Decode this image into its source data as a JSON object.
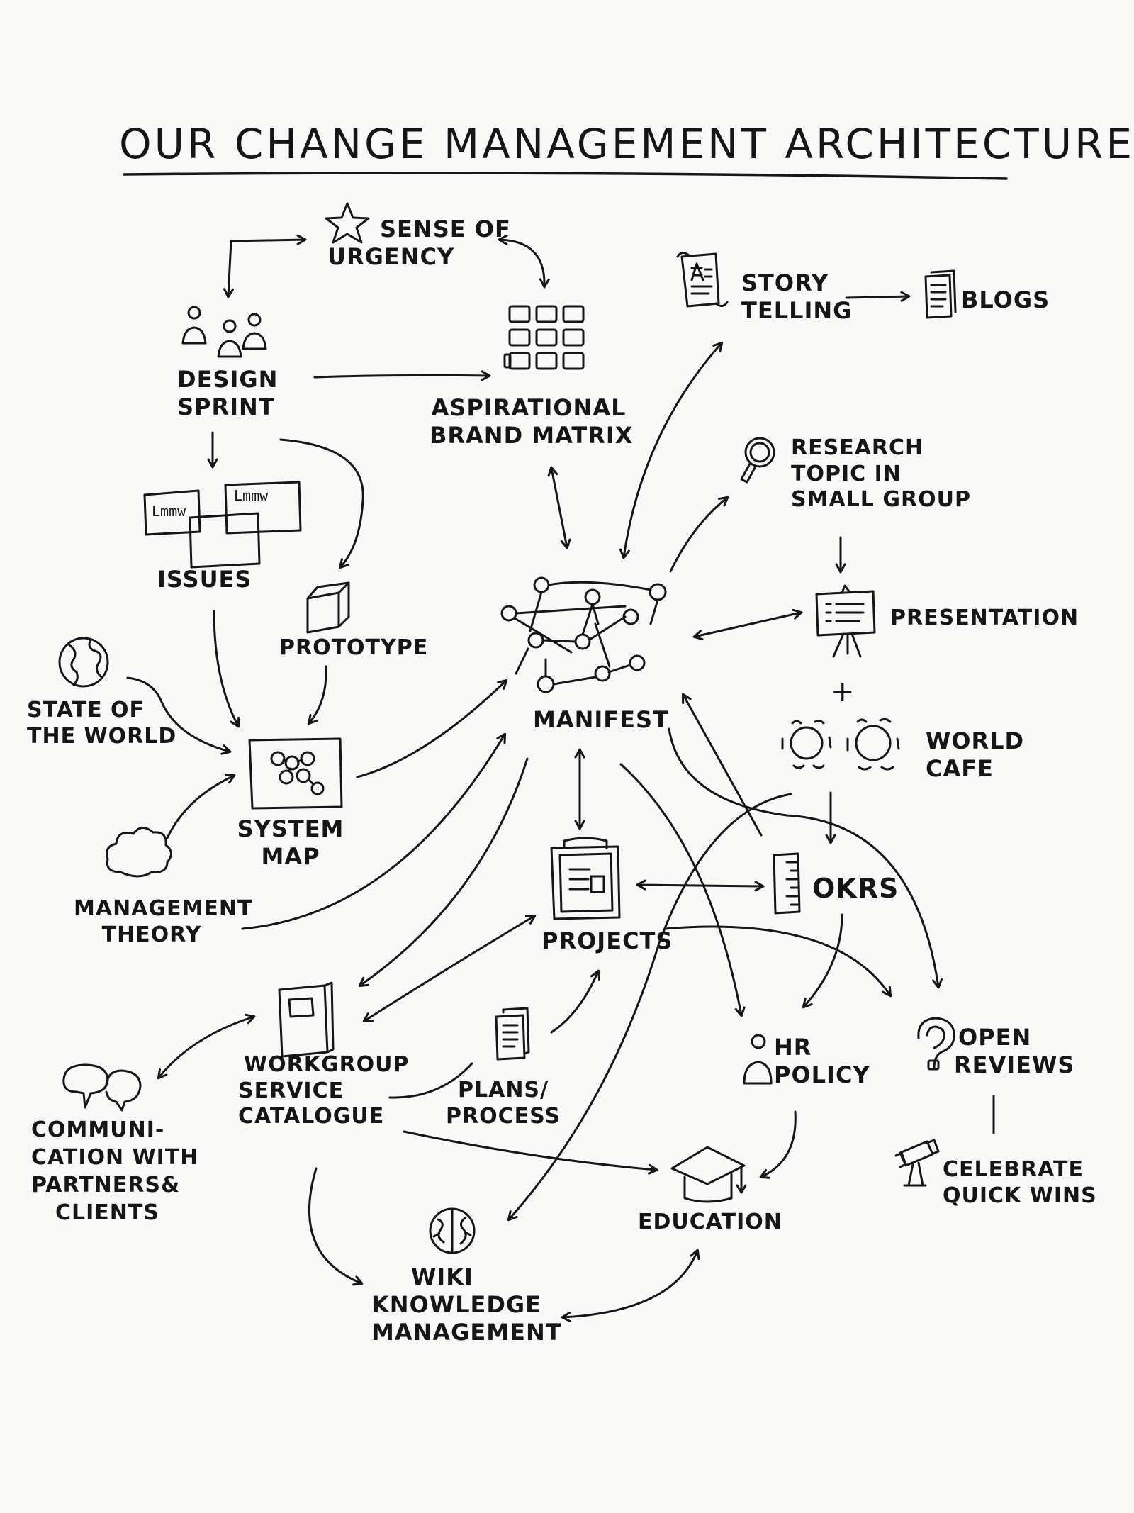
{
  "title": "OUR CHANGE MANAGEMENT ARCHITECTURE",
  "nodes": {
    "sense_of_urgency": [
      "SENSE OF",
      "URGENCY"
    ],
    "design_sprint": [
      "DESIGN",
      "SPRINT"
    ],
    "aspirational_brand_matrix": [
      "ASPIRATIONAL",
      "BRAND MATRIX"
    ],
    "story_telling": [
      "STORY",
      "TELLING"
    ],
    "blogs": "BLOGS",
    "research_topic": [
      "RESEARCH",
      "TOPIC IN",
      "SMALL GROUP"
    ],
    "issues": "ISSUES",
    "issue_note_text": "Lmmw",
    "prototype": "PROTOTYPE",
    "manifest": "MANIFEST",
    "presentation": "PRESENTATION",
    "plus": "+",
    "world_cafe": [
      "WORLD",
      "CAFE"
    ],
    "state_of_the_world": [
      "STATE OF",
      "THE WORLD"
    ],
    "system_map": [
      "SYSTEM",
      "MAP"
    ],
    "management_theory": [
      "MANAGEMENT",
      "THEORY"
    ],
    "projects": "PROJECTS",
    "okrs": "OKRS",
    "hr_policy": [
      "HR",
      "POLICY"
    ],
    "open_reviews": [
      "OPEN",
      "REVIEWS"
    ],
    "workgroup_service_catalogue": [
      "WORKGROUP",
      "SERVICE",
      "CATALOGUE"
    ],
    "plans_process": [
      "PLANS/",
      "PROCESS"
    ],
    "communication": [
      "COMMUNI-",
      "CATION WITH",
      "PARTNERS&",
      "CLIENTS"
    ],
    "education": "EDUCATION",
    "celebrate_quick_wins": [
      "CELEBRATE",
      "QUICK WINS"
    ],
    "wiki": [
      "WIKI",
      "KNOWLEDGE",
      "MANAGEMENT"
    ]
  },
  "icons": [
    "star-icon",
    "people-icon",
    "grid-icon",
    "scroll-icon",
    "document-stack-icon",
    "magnifier-icon",
    "sticky-notes-icon",
    "cube-icon",
    "network-icon",
    "presentation-board-icon",
    "round-table-icon",
    "globe-icon",
    "system-map-icon",
    "cloud-icon",
    "folder-document-icon",
    "ruler-icon",
    "person-icon",
    "question-mark-icon",
    "book-icon",
    "papers-icon",
    "speech-bubbles-icon",
    "graduation-cap-icon",
    "telescope-icon",
    "brain-icon"
  ],
  "colors": {
    "ink": "#161616",
    "paper": "#f8f8f6"
  }
}
